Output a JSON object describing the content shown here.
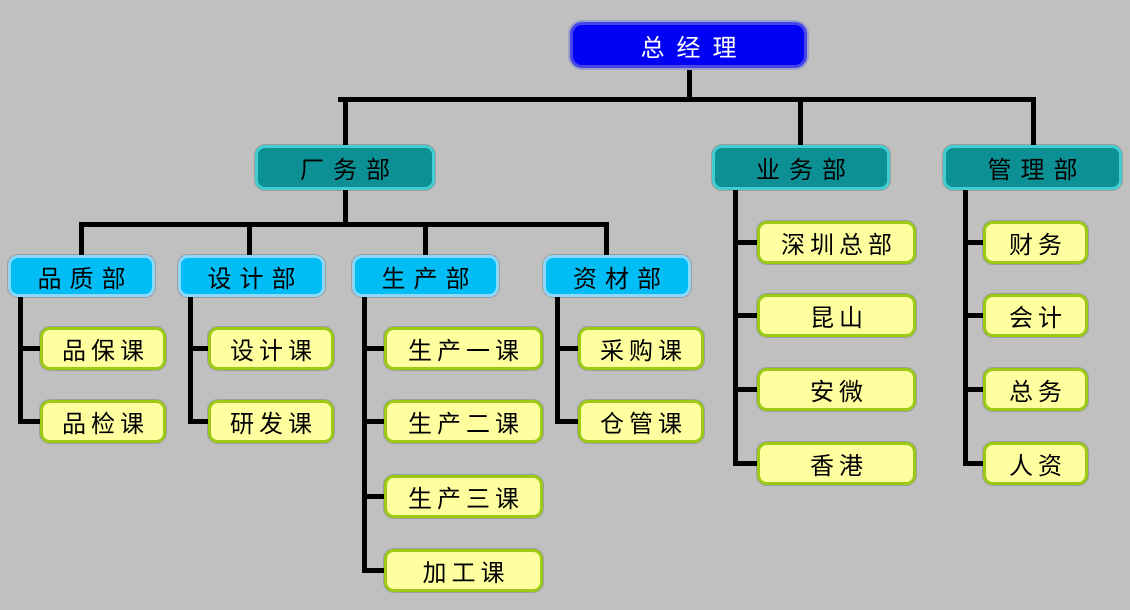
{
  "palette": {
    "canvas_bg": "#c0c0c0",
    "root_fill": "#0101f5",
    "root_border": "#4646e8",
    "root_text": "#ffffff",
    "dept_fill": "#0d9094",
    "dept_border": "#41cdd1",
    "sub_fill": "#00bef5",
    "sub_border": "#8dd7f9",
    "leaf_fill": "#ffffa0",
    "leaf_border": "#9ccb16",
    "line_color": "#000000"
  },
  "org": {
    "root": "总经理",
    "branches": [
      {
        "name": "厂务部",
        "divisions": [
          {
            "name": "品质部",
            "sections": [
              "品保课",
              "品检课"
            ]
          },
          {
            "name": "设计部",
            "sections": [
              "设计课",
              "研发课"
            ]
          },
          {
            "name": "生产部",
            "sections": [
              "生产一课",
              "生产二课",
              "生产三课",
              "加工课"
            ]
          },
          {
            "name": "资材部",
            "sections": [
              "采购课",
              "仓管课"
            ]
          }
        ]
      },
      {
        "name": "业务部",
        "sections": [
          "深圳总部",
          "昆山",
          "安微",
          "香港"
        ]
      },
      {
        "name": "管理部",
        "sections": [
          "财务",
          "会计",
          "总务",
          "人资"
        ]
      }
    ]
  }
}
